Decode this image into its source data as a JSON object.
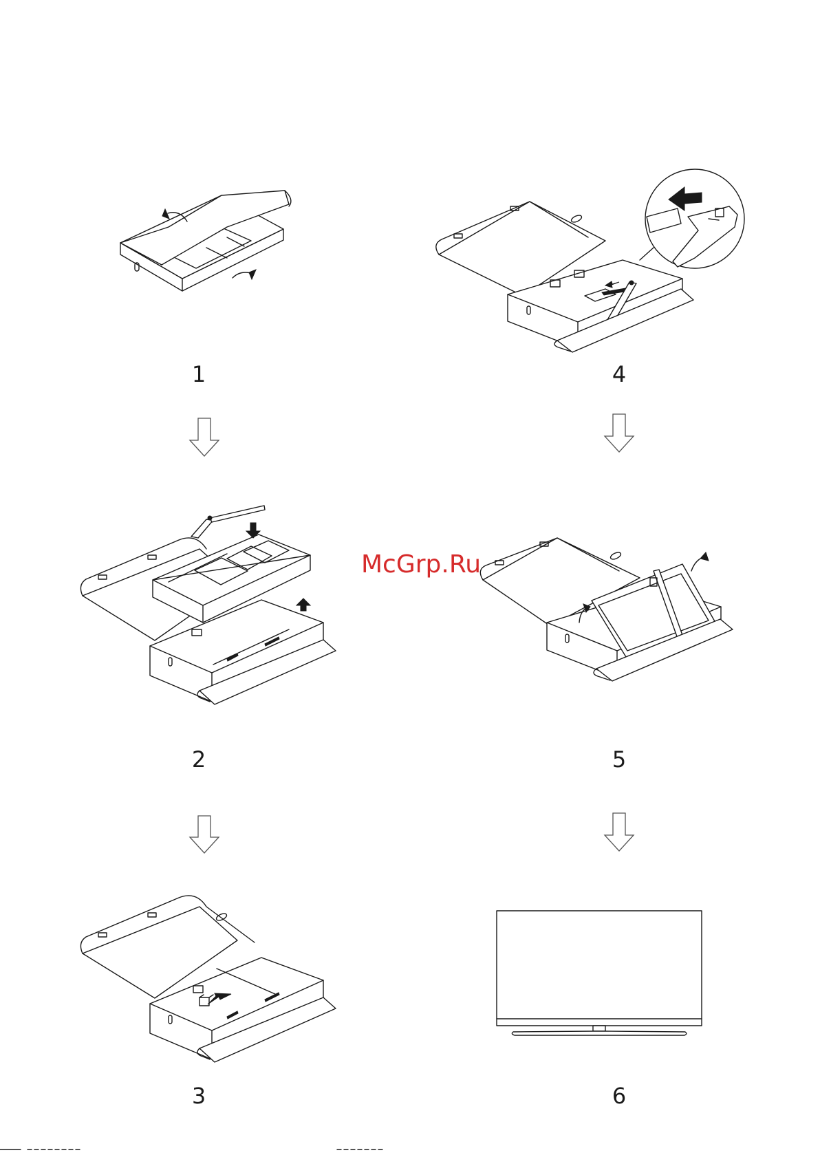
{
  "steps": [
    {
      "number": "1"
    },
    {
      "number": "2"
    },
    {
      "number": "3"
    },
    {
      "number": "4"
    },
    {
      "number": "5"
    },
    {
      "number": "6"
    }
  ],
  "watermark": "McGrp.Ru",
  "icons": {
    "flow_arrow": "down-arrow-outline-icon",
    "action_arrow": "curved-arrow-icon",
    "lift_arrow": "up-arrow-icon"
  },
  "colors": {
    "line": "#1a1a1a",
    "watermark": "#d62b2b",
    "background": "#ffffff"
  }
}
